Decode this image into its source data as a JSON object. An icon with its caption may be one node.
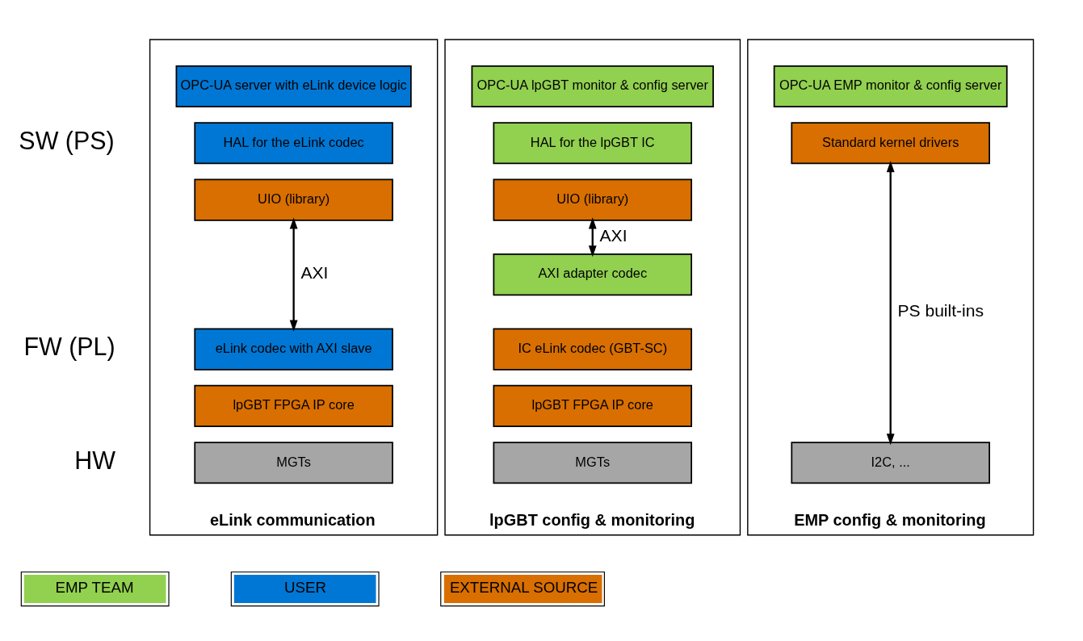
{
  "diagram": {
    "nodes": [
      {
        "text": [
          "eLink communication"
        ]
      },
      {
        "text": [
          "OPC-UA server with eLink device logic"
        ],
        "in": 0
      },
      {
        "text": [
          "HAL for the eLink codec"
        ],
        "in": 0
      },
      {
        "text": [
          "UIO (library)"
        ],
        "in": 0
      },
      {
        "text": [
          "eLink codec with AXI slave"
        ],
        "in": 0
      },
      {
        "text": [
          "lpGBT FPGA IP core"
        ],
        "in": 0
      },
      {
        "text": [
          "MGTs"
        ],
        "in": 0
      },
      {
        "text": [
          "lpGBT config & monitoring"
        ]
      },
      {
        "text": [
          "OPC-UA lpGBT monitor & config server"
        ],
        "in": 7
      },
      {
        "text": [
          "HAL for the lpGBT IC"
        ],
        "in": 7
      },
      {
        "text": [
          "UIO (library)"
        ],
        "in": 7
      },
      {
        "text": [
          "AXI adapter codec"
        ],
        "in": 7
      },
      {
        "text": [
          "IC eLink codec (GBT-SC)"
        ],
        "in": 7
      },
      {
        "text": [
          "lpGBT FPGA IP core"
        ],
        "in": 7
      },
      {
        "text": [
          "MGTs"
        ],
        "in": 7
      },
      {
        "text": [
          "EMP config & monitoring"
        ]
      },
      {
        "text": [
          "OPC-UA EMP monitor & config server"
        ],
        "in": 15
      },
      {
        "text": [
          "Standard kernel drivers"
        ],
        "in": 15
      },
      {
        "text": [
          "I2C, ..."
        ],
        "in": 15
      }
    ],
    "edges": [
      {
        "from": 3,
        "to": 4,
        "arrow": "both",
        "label": "AXI"
      },
      {
        "from": 10,
        "to": 11,
        "arrow": "both",
        "label": "AXI"
      },
      {
        "from": 17,
        "to": 18,
        "arrow": "both",
        "label": "PS built-ins"
      }
    ],
    "labels": [
      "SW (PS)",
      "FW (PL)",
      "HW"
    ],
    "legend": [
      {
        "text": "EMP TEAM",
        "color": "#92d050"
      },
      {
        "text": "USER",
        "color": "#0077d4"
      },
      {
        "text": "EXTERNAL SOURCE",
        "color": "#d86f00"
      }
    ]
  }
}
